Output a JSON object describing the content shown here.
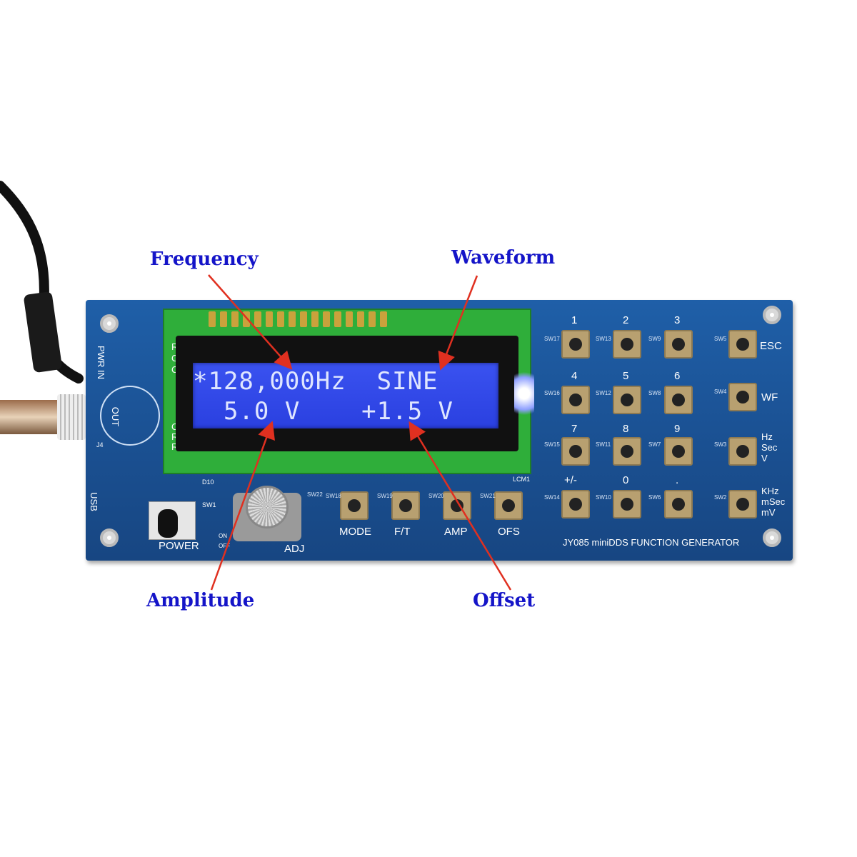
{
  "callouts": {
    "frequency": "Frequency",
    "waveform": "Waveform",
    "amplitude": "Amplitude",
    "offset": "Offset"
  },
  "lcd": {
    "line1": "*128,000Hz  SINE",
    "line2": "  5.0 V    +1.5 V"
  },
  "pcb": {
    "title": "JY085 miniDDS FUNCTION GENERATOR",
    "pwr_in": "PWR IN",
    "out": "OUT",
    "usb": "USB",
    "power": "POWER",
    "adj": "ADJ",
    "lcm": "LCM1",
    "j4": "J4",
    "d10": "D10",
    "sw1": "SW1",
    "on": "ON",
    "off": "OFF",
    "lcd_pins": [
      "R",
      "C",
      "C",
      "C",
      "R",
      "R"
    ],
    "function_keys": [
      "MODE",
      "F/T",
      "AMP",
      "OFS"
    ],
    "function_sw": [
      "SW18",
      "SW19",
      "SW20",
      "SW21"
    ],
    "sw22": "SW22",
    "keypad_labels": [
      "1",
      "2",
      "3",
      "4",
      "5",
      "6",
      "7",
      "8",
      "9",
      "+/-",
      "0",
      "."
    ],
    "keypad_sw": [
      "SW17",
      "SW13",
      "SW9",
      "SW16",
      "SW12",
      "SW8",
      "SW15",
      "SW11",
      "SW7",
      "SW14",
      "SW10",
      "SW6"
    ],
    "right_sw": [
      "SW5",
      "SW4",
      "SW3",
      "SW2"
    ],
    "right_keys": [
      "ESC",
      "WF",
      "Hz\nSec\nV",
      "KHz\nmSec\nmV"
    ]
  },
  "colors": {
    "callout": "#1414c8",
    "arrow": "#e03020",
    "pcb": "#1f5fa8",
    "lcd_screen": "#3048ea"
  }
}
